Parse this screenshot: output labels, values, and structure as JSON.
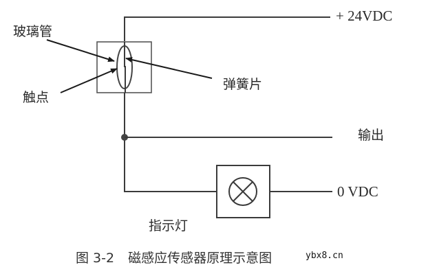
{
  "diagram": {
    "labels": {
      "glass_tube": "玻璃管",
      "contact": "触点",
      "reed": "弹簧片",
      "supply_positive": "+ 24VDC",
      "output": "输出",
      "supply_zero": "0 VDC",
      "indicator_lamp": "指示灯"
    },
    "caption": {
      "figure_number": "图 3-2",
      "title": "磁感应传感器原理示意图"
    },
    "watermark": "ybx8.cn",
    "colors": {
      "line": "#3a3a3a",
      "text": "#2a2a2a",
      "background": "#ffffff"
    }
  }
}
